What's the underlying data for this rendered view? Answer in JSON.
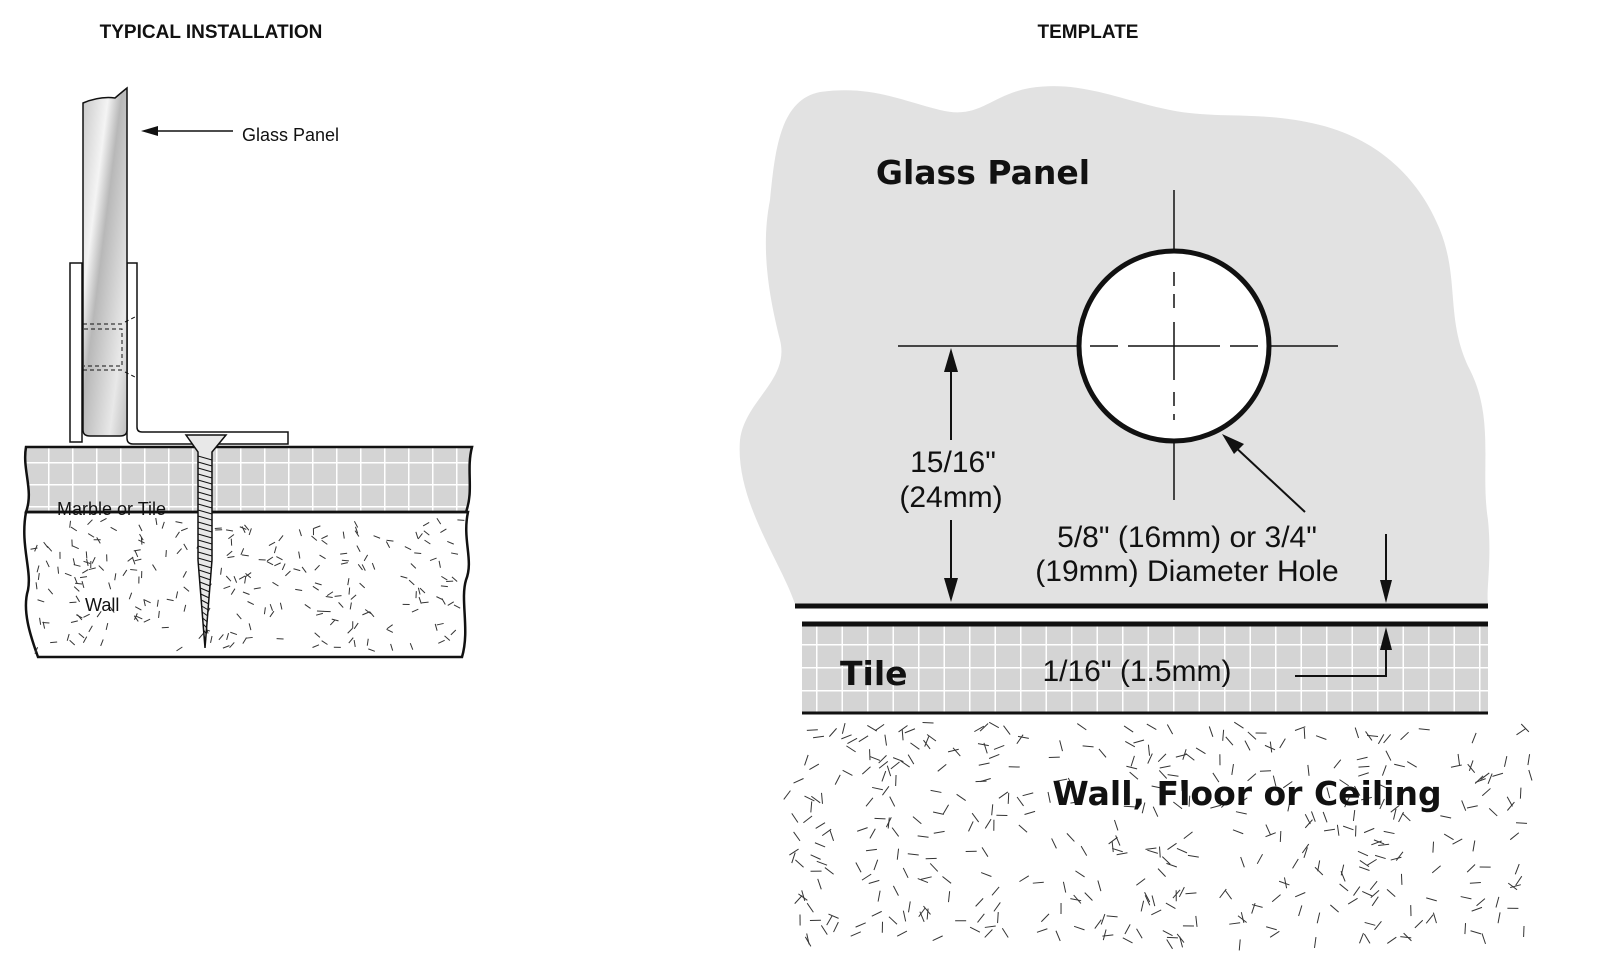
{
  "installation": {
    "heading": "TYPICAL INSTALLATION",
    "glass_label": "Glass Panel",
    "tile_label": "Marble or Tile",
    "wall_label": "Wall"
  },
  "template": {
    "heading": "TEMPLATE",
    "glass_label": "Glass Panel",
    "height_dim_line1": "15/16\"",
    "height_dim_line2": "(24mm)",
    "hole_note_line1": "5/8\" (16mm) or 3/4\"",
    "hole_note_line2": "(19mm) Diameter Hole",
    "gap_dim": "1/16\" (1.5mm)",
    "tile_label": "Tile",
    "substrate_label": "Wall, Floor or Ceiling"
  },
  "colors": {
    "tile": "#d4d4d4",
    "glass_area": "#e2e2e2",
    "ink": "#111111"
  }
}
